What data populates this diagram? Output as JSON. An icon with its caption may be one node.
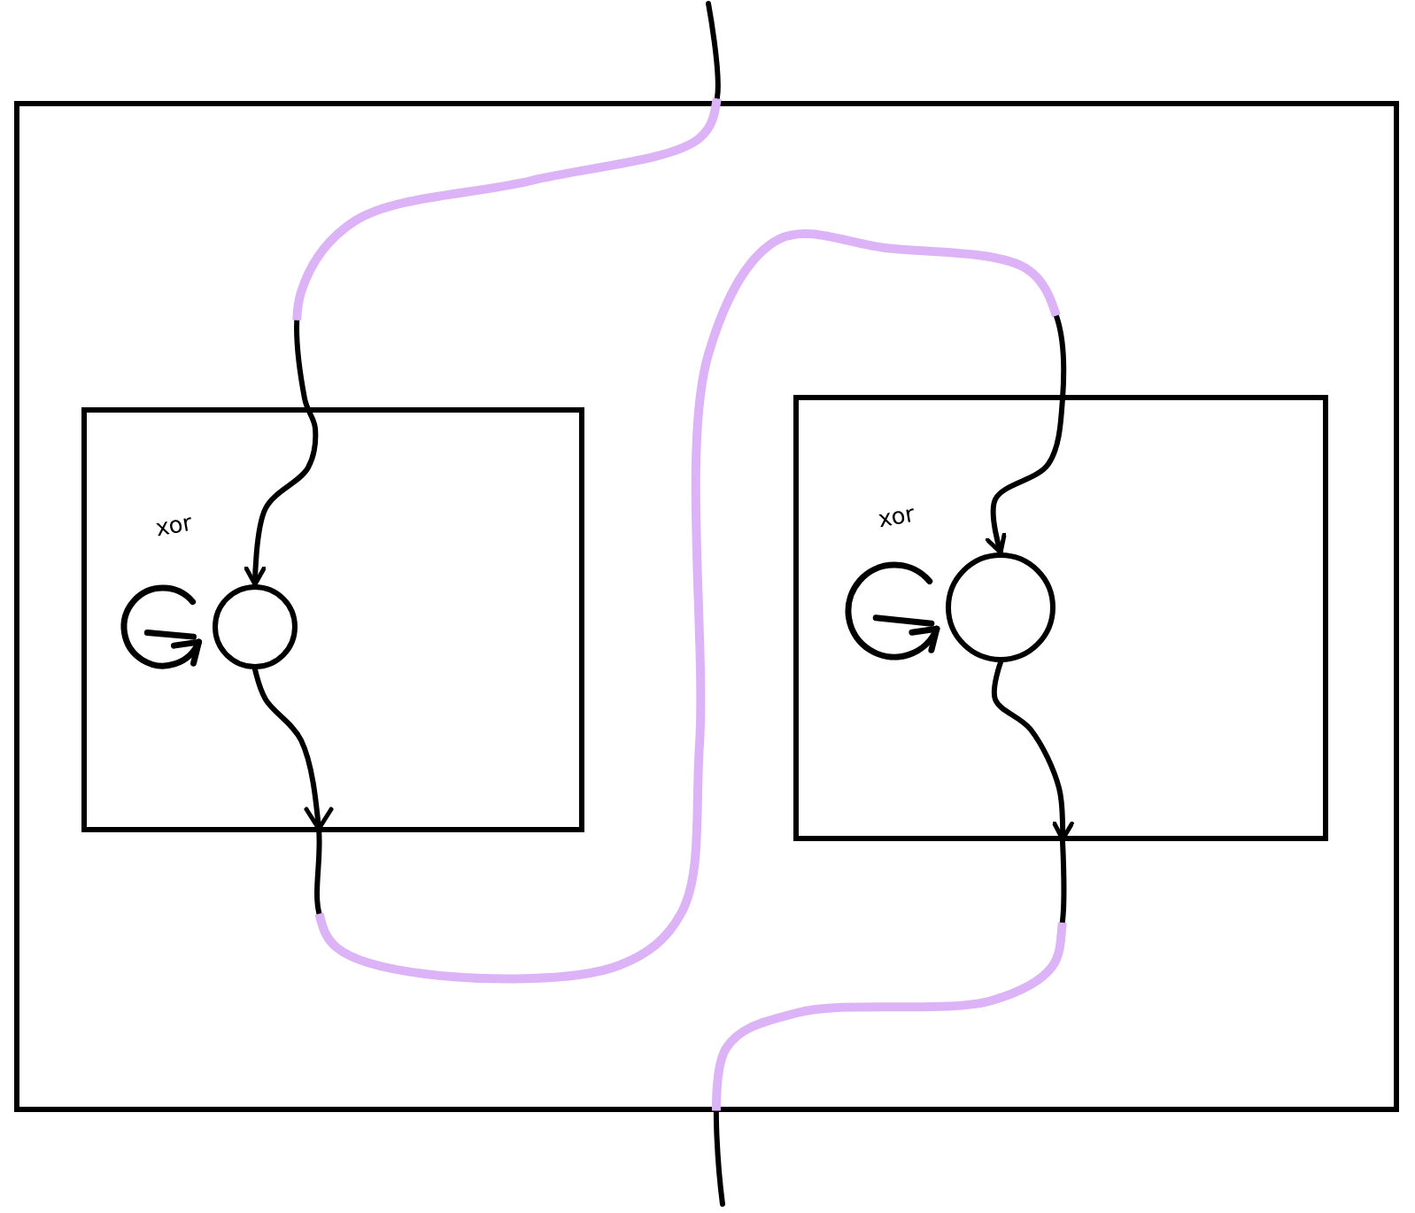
{
  "diagram": {
    "nodes": [
      {
        "text": [],
        "shape": "box"
      },
      {
        "text": [],
        "shape": "box",
        "in": 0
      },
      {
        "text": [],
        "shape": "box",
        "in": 0
      },
      {
        "text": [],
        "shape": "circle",
        "in": 1
      },
      {
        "text": [],
        "shape": "circle",
        "in": 2
      }
    ],
    "edges": [
      {
        "from": null,
        "to": 3,
        "arrow": "to"
      },
      {
        "from": 3,
        "to": 4,
        "arrow": "to"
      },
      {
        "from": 4,
        "to": null,
        "arrow": "to"
      },
      {
        "from": 2,
        "to": null,
        "arrow": "none"
      }
    ],
    "labels": [
      "xor",
      "xor"
    ]
  }
}
